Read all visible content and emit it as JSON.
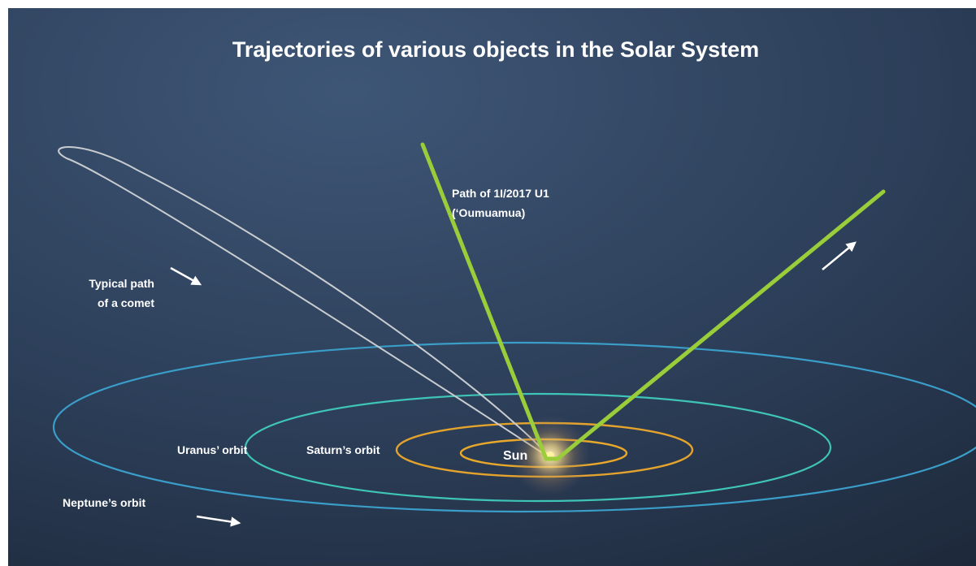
{
  "title": "Trajectories of various objects in the Solar System",
  "labels": {
    "oumuamua_line1": "Path of 1I/2017 U1",
    "oumuamua_line2": "(‘Oumuamua)",
    "comet_line1": "Typical path",
    "comet_line2": "of a comet",
    "uranus": "Uranus’ orbit",
    "saturn": "Saturn’s orbit",
    "sun": "Sun",
    "neptune": "Neptune’s orbit"
  },
  "colors": {
    "background_top": "#3c5474",
    "background_bottom": "#1d2a3d",
    "oumuamua_path": "#9acd3a",
    "comet_path": "#c8ccd0",
    "neptune_orbit": "#3a9ec9",
    "uranus_orbit": "#3fc4b8",
    "saturn_orbit": "#e3a32c",
    "inner_orbit": "#e8a82a",
    "sun": "#fff2a0"
  }
}
